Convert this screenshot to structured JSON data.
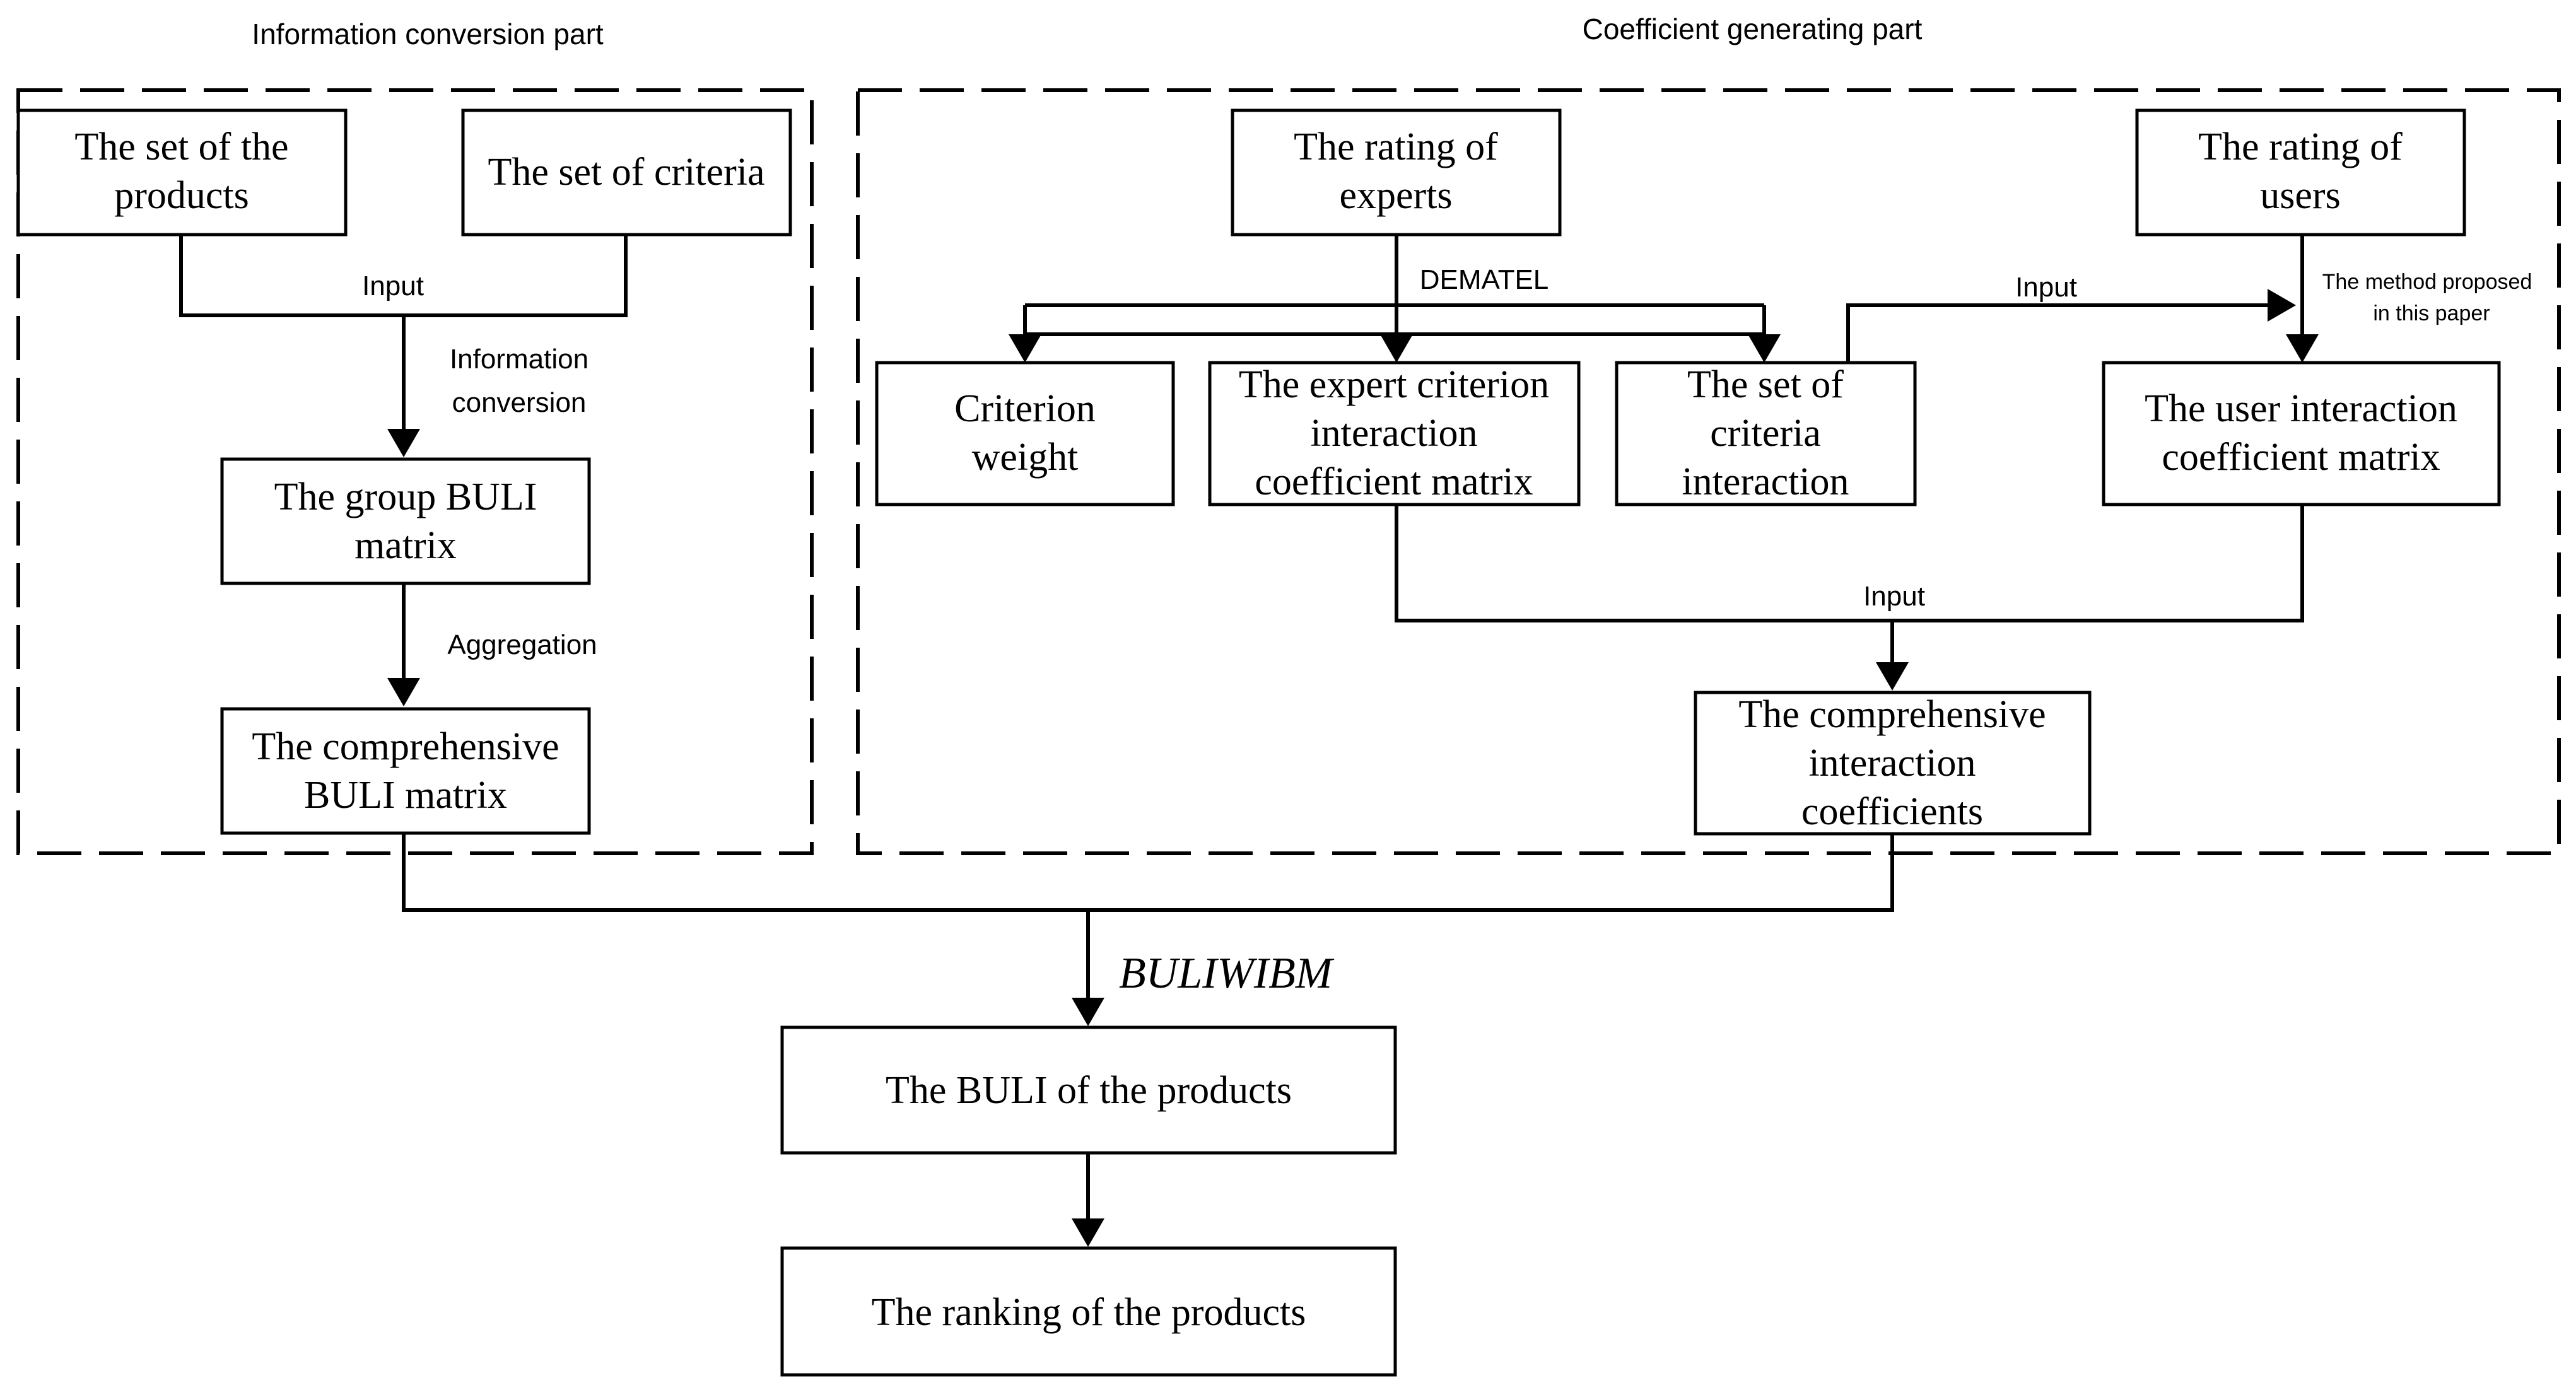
{
  "sections": {
    "left_title": "Information conversion part",
    "right_title": "Coefficient generating part"
  },
  "boxes": {
    "set_products": [
      "The set of the",
      "products"
    ],
    "set_criteria": [
      "The set of criteria"
    ],
    "group_buli": [
      "The group BULI",
      "matrix"
    ],
    "comprehensive_buli": [
      "The comprehensive",
      "BULI matrix"
    ],
    "rating_experts": [
      "The rating of",
      "experts"
    ],
    "rating_users": [
      "The rating of",
      "users"
    ],
    "criterion_weight": [
      "Criterion",
      "weight"
    ],
    "expert_matrix": [
      "The expert criterion",
      "interaction",
      "coefficient matrix"
    ],
    "set_criteria_interaction": [
      "The set of",
      "criteria",
      "interaction"
    ],
    "user_matrix": [
      "The user interaction",
      "coefficient matrix"
    ],
    "comprehensive_coeff": [
      "The comprehensive",
      "interaction",
      "coefficients"
    ],
    "buli_products": [
      "The BULI of the products"
    ],
    "ranking": [
      "The ranking of the products"
    ]
  },
  "labels": {
    "input_left": "Input",
    "info_conversion": [
      "Information",
      "conversion"
    ],
    "aggregation": "Aggregation",
    "dematel": "DEMATEL",
    "input_right": "Input",
    "method_proposed": [
      "The method proposed",
      "in this paper"
    ],
    "input_bottom": "Input",
    "buliwibm": "BULIWIBM"
  }
}
